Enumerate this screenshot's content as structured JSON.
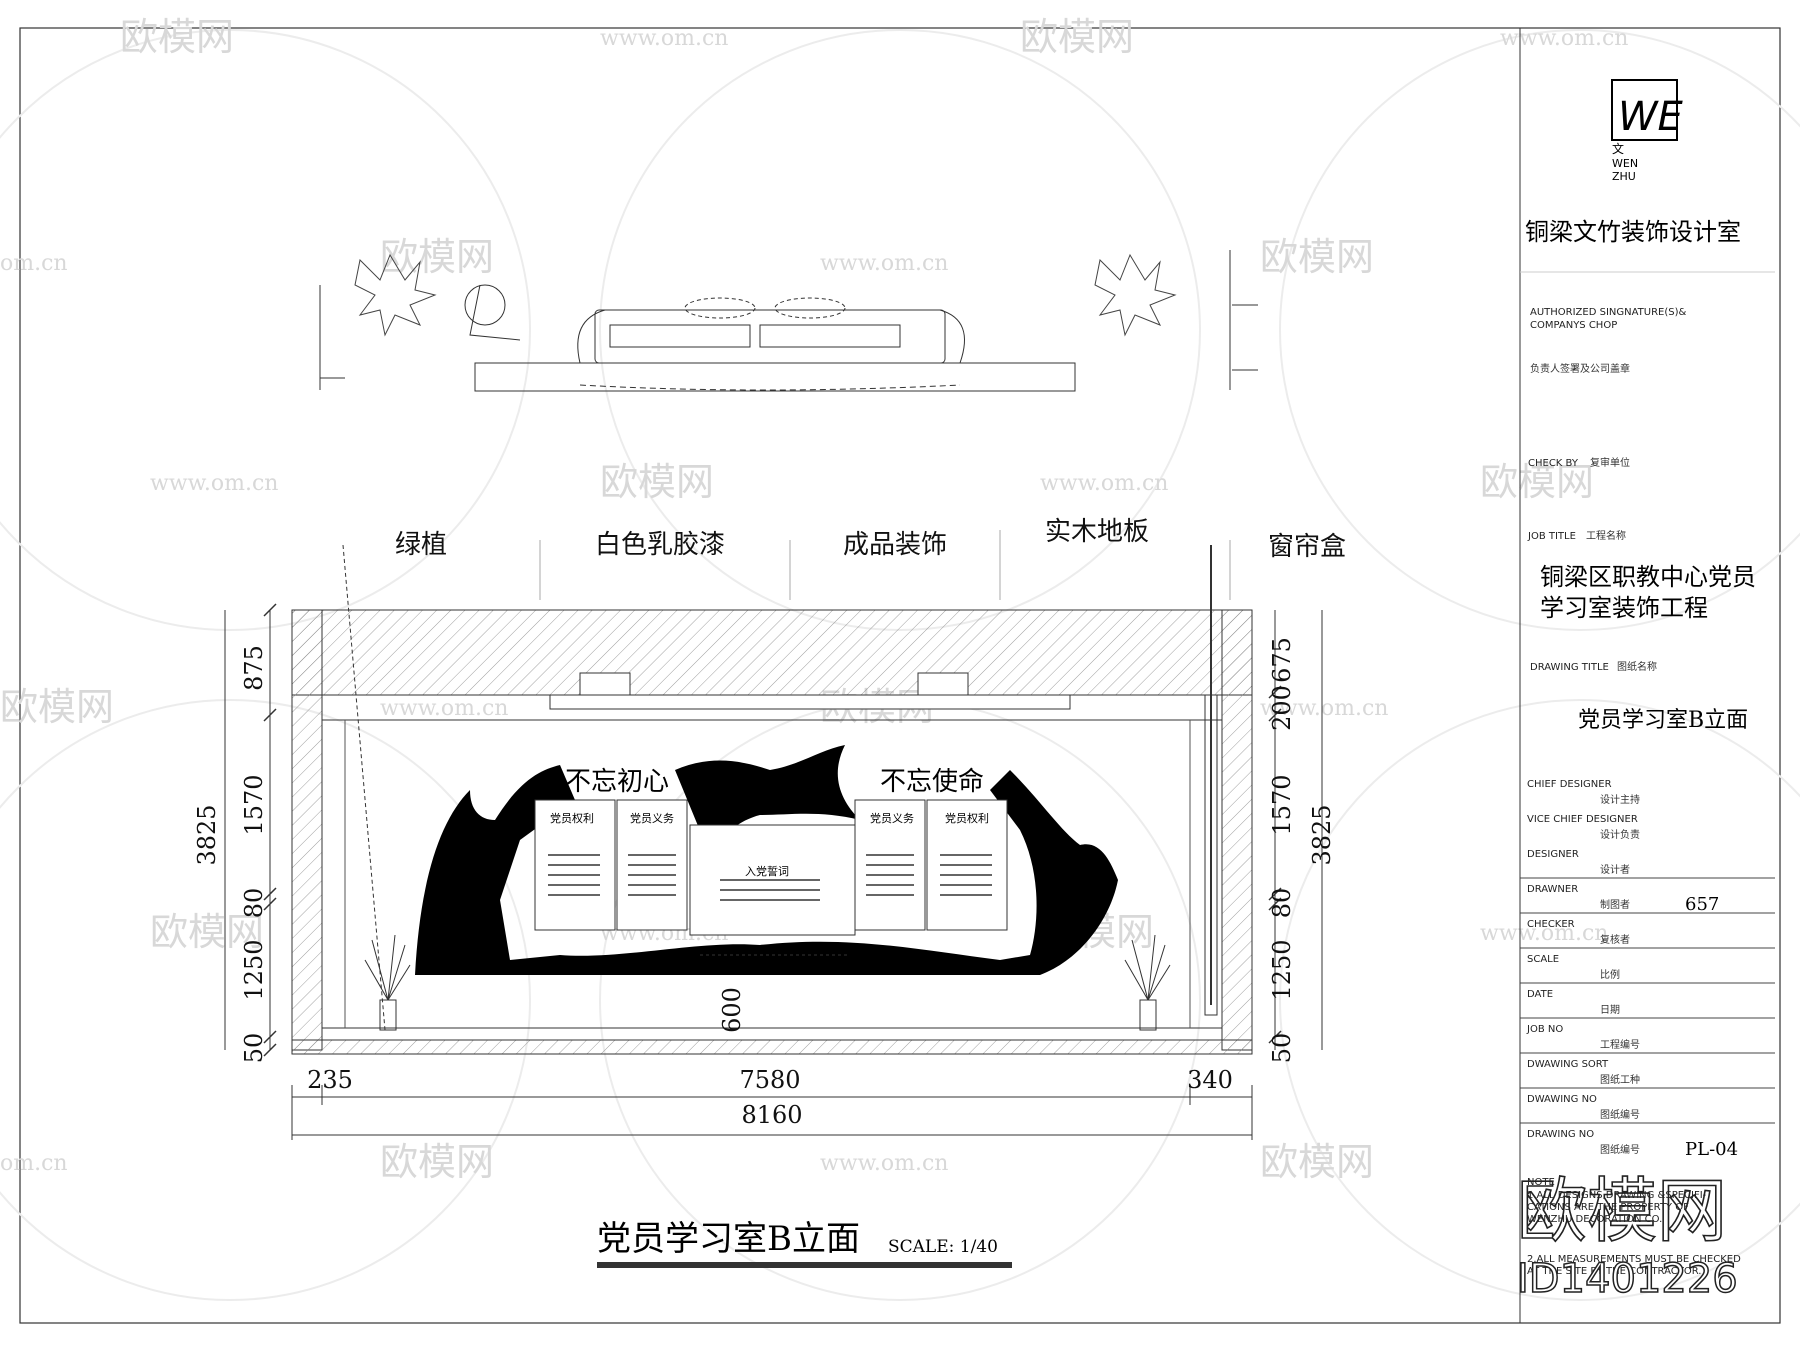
{
  "watermark": {
    "brand": "欧模网",
    "url": "www.om.cn",
    "short": "om.cn",
    "corner_mark": "欧模网",
    "id": "ID1401226"
  },
  "drawing": {
    "title": "党员学习室B立面",
    "scale": "SCALE: 1/40",
    "labels": [
      "绿植",
      "白色乳胶漆",
      "成品装饰",
      "实木地板",
      "窗帘盒"
    ],
    "left_dims": [
      "3825",
      "875",
      "1570",
      "80",
      "1250",
      "50"
    ],
    "right_dims": [
      "675",
      "200",
      "1570",
      "80",
      "1250",
      "50",
      "3825"
    ],
    "bottom_dims": [
      "235",
      "7580",
      "340",
      "8160"
    ],
    "center_dim": "600",
    "wall_texts": {
      "slogan_left": "不忘初心",
      "slogan_right": "不忘使命",
      "board1": "党员权利",
      "board2": "党员义务",
      "board3": "入党誓词",
      "board4": "党员义务",
      "board5": "党员权利"
    }
  },
  "title_block": {
    "logo_letters": "WE",
    "logo_cn": "文",
    "logo_en1": "WEN",
    "logo_en2": "ZHU",
    "company": "铜梁文竹装饰设计室",
    "authorized": "AUTHORIZED SINGNATURE(S)&",
    "authorized2": "COMPANYS CHOP",
    "authorized_cn": "负责人签署及公司盖章",
    "check_by": "CHECK BY",
    "check_by_cn": "复审单位",
    "job_title": "JOB TITLE",
    "job_title_cn": "工程名称",
    "project_line1": "铜梁区职教中心党员",
    "project_line2": "学习室装饰工程",
    "drawing_title": "DRAWING TITLE",
    "drawing_title_cn": "图纸名称",
    "drawing_name": "党员学习室B立面",
    "rows": [
      {
        "en": "CHIEF DESIGNER",
        "cn": "设计主持",
        "value": ""
      },
      {
        "en": "VICE CHIEF DESIGNER",
        "cn": "设计负责",
        "value": ""
      },
      {
        "en": "DESIGNER",
        "cn": "设计者",
        "value": ""
      },
      {
        "en": "DRAWNER",
        "cn": "制图者",
        "value": "657"
      },
      {
        "en": "CHECKER",
        "cn": "复核者",
        "value": ""
      },
      {
        "en": "SCALE",
        "cn": "比例",
        "value": ""
      },
      {
        "en": "DATE",
        "cn": "日期",
        "value": ""
      },
      {
        "en": "JOB NO",
        "cn": "工程编号",
        "value": ""
      },
      {
        "en": "DWAWING SORT",
        "cn": "图纸工种",
        "value": ""
      },
      {
        "en": "DWAWING NO",
        "cn": "图纸编号",
        "value": ""
      },
      {
        "en": "DRAWING NO",
        "cn": "图纸编号",
        "value": "PL-04"
      }
    ],
    "note_title": "NOTE",
    "note1": "1.ALL DESIGNS,DRAWING &SPECIFI-",
    "note2": "CATIONS ARE THE PROPERTY OF",
    "note3": "WENZHU DECORATION CO.",
    "note4": "2.ALL MEASUREMENTS MUST BE CHECKED",
    "note5": "AT THE SITE BY THE CONTRACTOR."
  }
}
